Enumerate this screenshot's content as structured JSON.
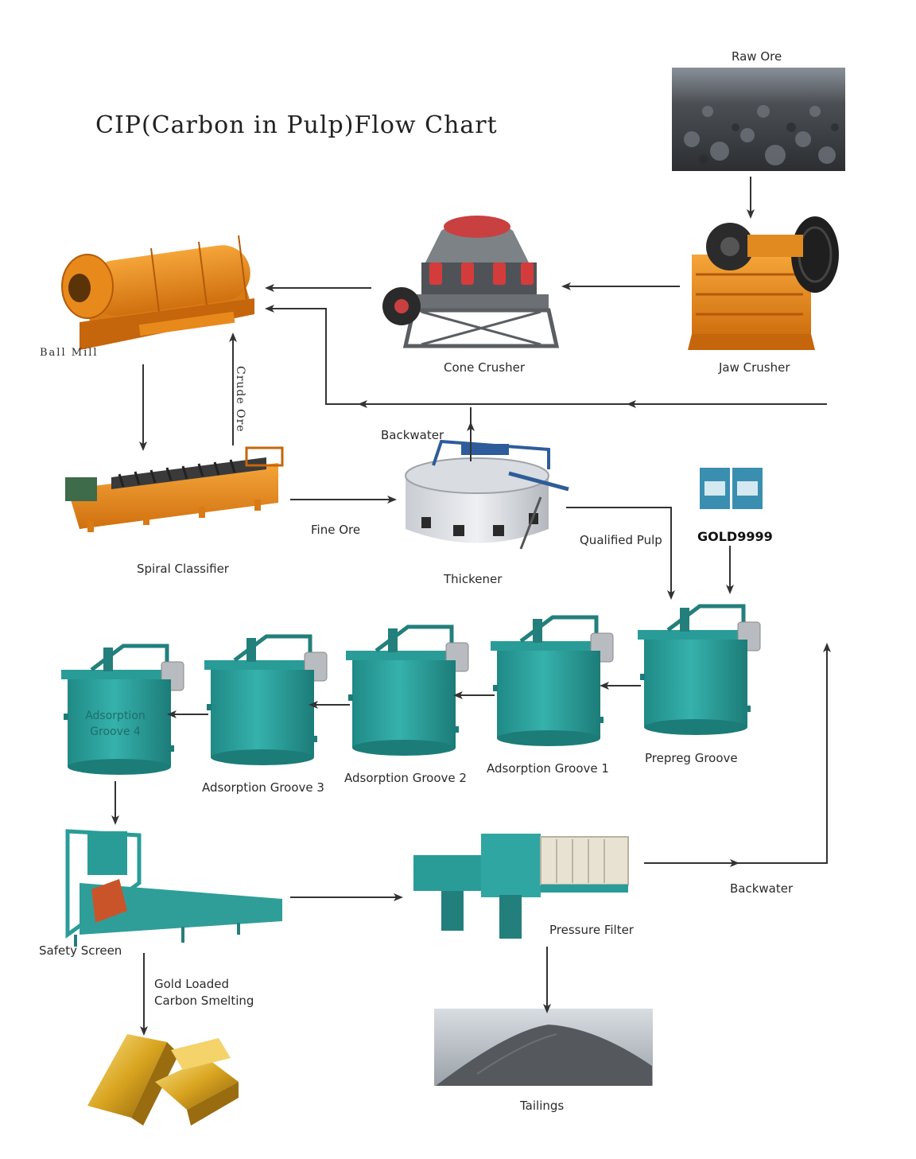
{
  "title": "CIP(Carbon in Pulp)Flow Chart",
  "colors": {
    "equipment_orange": "#e8891c",
    "equipment_teal": "#2a9c98",
    "arrow": "#333333",
    "ore_gray": "#5b5f63",
    "gold": "#d9a520"
  },
  "nodes": {
    "raw_ore": "Raw Ore",
    "jaw_crusher": "Jaw Crusher",
    "cone_crusher": "Cone Crusher",
    "ball_mill": "Ball Mill",
    "spiral_classifier": "Spiral Classifier",
    "thickener": "Thickener",
    "prepreg_groove": "Prepreg Groove",
    "adsorption_groove_1": "Adsorption Groove 1",
    "adsorption_groove_2": "Adsorption Groove 2",
    "adsorption_groove_3": "Adsorption Groove 3",
    "adsorption_groove_4": "Adsorption Groove 4",
    "safety_screen": "Safety Screen",
    "pressure_filter": "Pressure Filter",
    "tailings": "Tailings",
    "gold_product": "GOLD9999"
  },
  "flow_labels": {
    "crude_ore": "Crude Ore",
    "fine_ore": "Fine Ore",
    "backwater_top": "Backwater",
    "qualified_pulp": "Qualified Pulp",
    "backwater_right": "Backwater",
    "gold_loaded_line1": "Gold Loaded",
    "gold_loaded_line2": "Carbon Smelting"
  },
  "tank_text": {
    "line1": "Adsorption",
    "line2": "Groove 4"
  },
  "icons": [
    "ore-pile-icon",
    "jaw-crusher-icon",
    "cone-crusher-icon",
    "ball-mill-icon",
    "spiral-classifier-icon",
    "thickener-icon",
    "agitation-tank-icon",
    "safety-screen-icon",
    "pressure-filter-icon",
    "tailings-pile-icon",
    "gold-bars-icon",
    "cyanide-bags-icon"
  ]
}
